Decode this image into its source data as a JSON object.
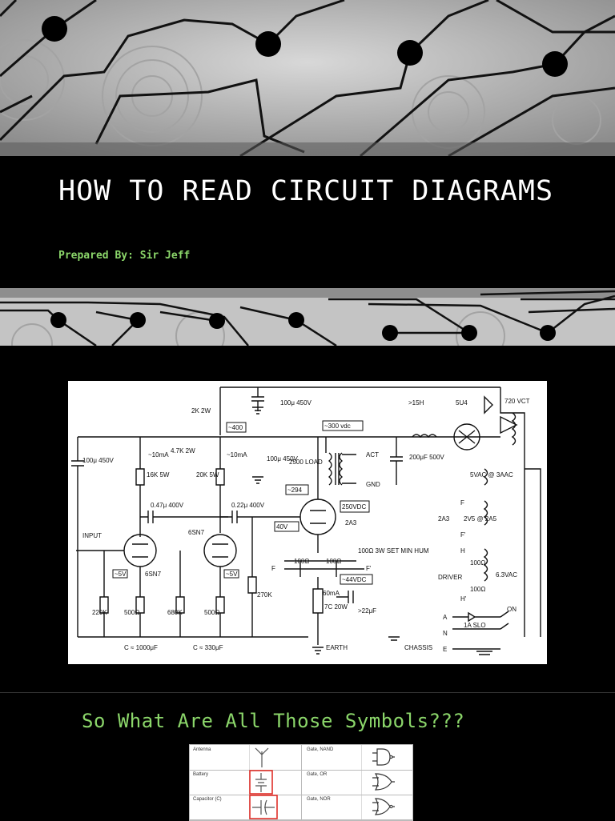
{
  "slide1": {
    "title": "HOW TO READ CIRCUIT DIAGRAMS",
    "subtitle": "Prepared By: Sir Jeff"
  },
  "slide2": {
    "schematic": {
      "labels": {
        "top_cap": "100μ 450V",
        "r_2k": "2K 2W",
        "v400": "~400",
        "v300": "~300 vdc",
        "choke": ">15H",
        "rect": "5U4",
        "v720": "720 VCT",
        "cap_100": "100μ 450V",
        "i10a": "~10mA",
        "r47k": "4.7K 2W",
        "i10b": "~10mA",
        "cap_100b": "100μ 450V",
        "lead": "2500 LOAD",
        "act": "ACT",
        "gnd": "GND",
        "cap_200": "200μF 500V",
        "r16k": "16K 5W",
        "r20k": "20K 5W",
        "v294": "~294",
        "c047": "0.47μ 400V",
        "c022": "0.22μ 400V",
        "v250": "250VDC",
        "input": "INPUT",
        "tube1": "6SN7",
        "tube2": "6SN7",
        "a3": "2A3",
        "v40": "40V",
        "v5a": "5VAC @ 3AAC",
        "f": "F",
        "a3b": "2A3",
        "f25": "2V5 @ 2A5",
        "fp": "F'",
        "v1": "~5V",
        "v2": "~5V",
        "r100a": "100Ω",
        "r100b": "100Ω",
        "set": "100Ω 3W SET MIN HUM",
        "f_left": "F",
        "fprime": "F'",
        "v44": "~44VDC",
        "h": "H",
        "r100c": "100Ω",
        "v63": "6.3VAC",
        "driver": "DRIVER",
        "r100d": "100Ω",
        "hp": "H'",
        "ma60": "60mA",
        "c7": "7C 20W",
        "c22": ">22μF",
        "r220k": "220K",
        "r500a": "500Ω",
        "r680": "680K",
        "r500b": "500Ω",
        "r270k": "270K",
        "a_n_e_a": "A",
        "a_n_e_n": "N",
        "a_n_e_e": "E",
        "fuse": "1A SLO",
        "on": "ON",
        "c1000": "C ≈ 1000μF",
        "c330": "C ≈ 330μF",
        "earth": "EARTH",
        "chassis": "CHASSIS"
      }
    }
  },
  "slide3": {
    "heading": "So What Are All Those Symbols???",
    "rows": [
      {
        "left": "Antenna",
        "right": "Gate, NAND"
      },
      {
        "left": "Battery",
        "right": "Gate, OR"
      },
      {
        "left": "Capacitor (C)",
        "right": "Gate, NOR"
      }
    ]
  },
  "colors": {
    "accent_green": "#8bd66a",
    "title_white": "#ffffff",
    "background": "#000000",
    "banner_gray": "#b9b9b9",
    "highlight_red": "#e0302a"
  }
}
